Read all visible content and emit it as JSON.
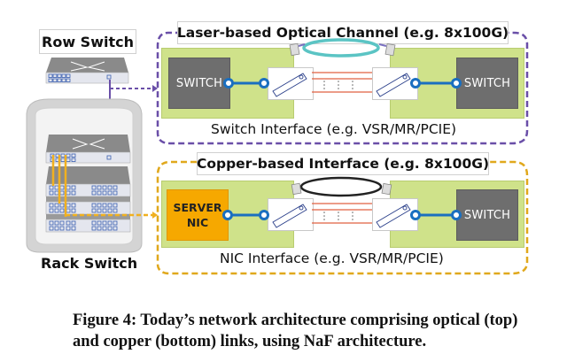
{
  "left": {
    "row_switch_label": "Row Switch",
    "rack_switch_label": "Rack Switch"
  },
  "top_panel": {
    "title": "Laser-based Optical Channel (e.g. 8x100G)",
    "left_device": "SWITCH",
    "right_device": "SWITCH",
    "interface_label": "Switch Interface (e.g. VSR/MR/PCIE)",
    "border_color": "#6a4fa8",
    "cable_color": "#5bc4c4"
  },
  "bottom_panel": {
    "title": "Copper-based Interface (e.g. 8x100G)",
    "left_device_line1": "SERVER",
    "left_device_line2": "NIC",
    "right_device": "SWITCH",
    "interface_label": "NIC Interface (e.g. VSR/MR/PCIE)",
    "border_color": "#e0a81c",
    "cable_color": "#222222"
  },
  "colors": {
    "panel_green": "#cfe28a",
    "switch_gray": "#6e6e6e",
    "nic_orange": "#f6a800",
    "trace_blue": "#1a6fc0",
    "lane_red": "#e06040"
  },
  "caption": {
    "line1": "Figure 4: Today’s network architecture comprising optical (top)",
    "line2": "and copper (bottom) links, using NaF architecture."
  }
}
